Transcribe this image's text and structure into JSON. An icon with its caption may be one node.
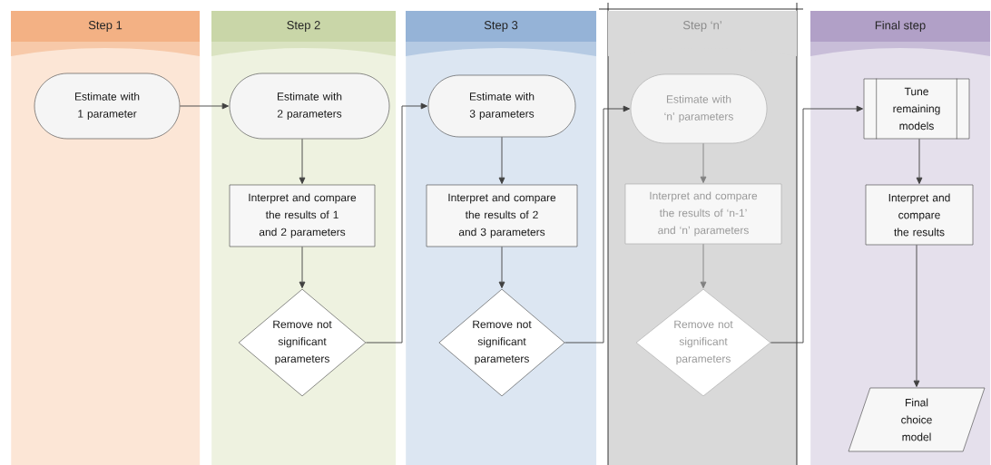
{
  "diagram": {
    "nodes": [
      {
        "text": [
          "Step 1"
        ]
      },
      {
        "text": [
          "Step 2"
        ]
      },
      {
        "text": [
          "Step 3"
        ]
      },
      {
        "text": [
          "Step ‘n’"
        ]
      },
      {
        "text": [
          "Final step"
        ]
      },
      {
        "text": [
          "Estimate with 1 parameter"
        ],
        "in": 0
      },
      {
        "text": [
          "Estimate with 2 parameters"
        ],
        "in": 1
      },
      {
        "text": [
          "Interpret and compare the results of 1 and 2 parameters"
        ],
        "in": 1
      },
      {
        "text": [
          "Remove not significant parameters"
        ],
        "in": 1
      },
      {
        "text": [
          "Estimate with 3 parameters"
        ],
        "in": 2
      },
      {
        "text": [
          "Interpret and compare the results of 2 and 3 parameters"
        ],
        "in": 2
      },
      {
        "text": [
          "Remove not significant parameters"
        ],
        "in": 2
      },
      {
        "text": [
          "Estimate with ‘n’ parameters"
        ],
        "in": 3
      },
      {
        "text": [
          "Interpret and compare the results of ‘n-1’ and ‘n’ parameters"
        ],
        "in": 3
      },
      {
        "text": [
          "Remove not significant parameters"
        ],
        "in": 3
      },
      {
        "text": [
          "Tune remaining models"
        ],
        "in": 4
      },
      {
        "text": [
          "Interpret and compare the results"
        ],
        "in": 4
      },
      {
        "text": [
          "Final choice model"
        ],
        "in": 4
      }
    ],
    "edges": [
      {
        "from": 5,
        "to": 6,
        "arrow": "to"
      },
      {
        "from": 6,
        "to": 7,
        "arrow": "to"
      },
      {
        "from": 7,
        "to": 8,
        "arrow": "to"
      },
      {
        "from": 8,
        "to": 9,
        "arrow": "to"
      },
      {
        "from": 9,
        "to": 10,
        "arrow": "to"
      },
      {
        "from": 10,
        "to": 11,
        "arrow": "to"
      },
      {
        "from": 11,
        "to": 12,
        "arrow": "to"
      },
      {
        "from": 12,
        "to": 13,
        "arrow": "to",
        "color": "#808080"
      },
      {
        "from": 13,
        "to": 14,
        "arrow": "to",
        "color": "#808080"
      },
      {
        "from": 14,
        "to": 15,
        "arrow": "to"
      },
      {
        "from": 15,
        "to": 16,
        "arrow": "to"
      },
      {
        "from": 16,
        "to": 17,
        "arrow": "to"
      }
    ]
  }
}
